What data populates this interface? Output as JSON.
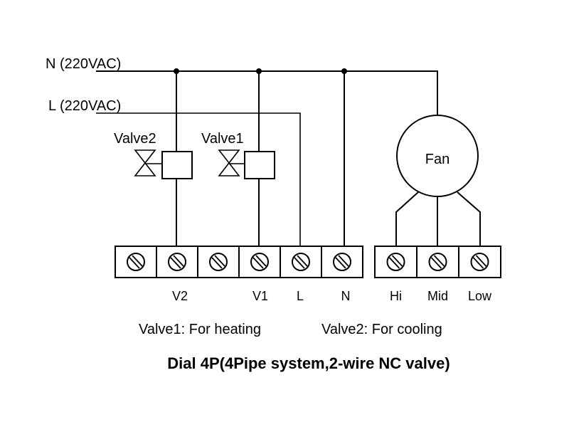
{
  "diagram": {
    "title": "Dial 4P(4Pipe system,2-wire NC valve)",
    "supply_lines": [
      {
        "id": "N",
        "label": "N (220VAC)"
      },
      {
        "id": "L",
        "label": "L (220VAC)"
      }
    ],
    "valves": [
      {
        "id": "valve2",
        "label": "Valve2"
      },
      {
        "id": "valve1",
        "label": "Valve1"
      }
    ],
    "fan": {
      "label": "Fan"
    },
    "terminal_block_left": {
      "terminals": [
        {
          "label": ""
        },
        {
          "label": "V2"
        },
        {
          "label": ""
        },
        {
          "label": "V1"
        },
        {
          "label": "L"
        },
        {
          "label": "N"
        }
      ]
    },
    "terminal_block_right": {
      "terminals": [
        {
          "label": "Hi"
        },
        {
          "label": "Mid"
        },
        {
          "label": "Low"
        }
      ]
    },
    "notes": {
      "valve1": "Valve1: For heating",
      "valve2": "Valve2: For cooling"
    },
    "colors": {
      "line": "#000000",
      "background": "#ffffff"
    }
  }
}
